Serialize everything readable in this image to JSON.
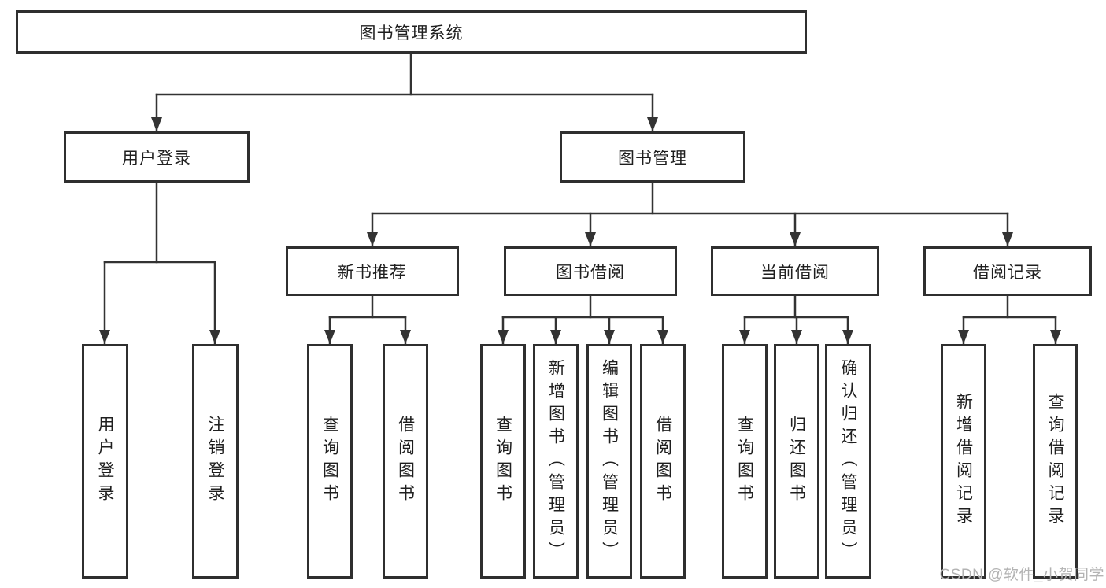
{
  "diagram_title": "图书管理系统",
  "watermark": "CSDN @软件_小贺同学",
  "colors": {
    "line": "#333333",
    "box_border": "#2f2f2f",
    "text": "#1f1f1f",
    "background": "#ffffff",
    "watermark": "#b3b3b3"
  },
  "tree": {
    "root": {
      "id": "library-management-system",
      "label": "图书管理系统"
    },
    "level2": [
      {
        "id": "user-login",
        "label": "用户登录",
        "parent": "图书管理系统"
      },
      {
        "id": "book-management",
        "label": "图书管理",
        "parent": "图书管理系统"
      }
    ],
    "level3": [
      {
        "id": "new-book-recommend",
        "label": "新书推荐",
        "parent": "图书管理"
      },
      {
        "id": "book-borrow",
        "label": "图书借阅",
        "parent": "图书管理"
      },
      {
        "id": "current-borrow",
        "label": "当前借阅",
        "parent": "图书管理"
      },
      {
        "id": "borrow-record",
        "label": "借阅记录",
        "parent": "图书管理"
      }
    ],
    "leaves": [
      {
        "id": "leaf-user-login",
        "label": "用户登录",
        "parent": "用户登录"
      },
      {
        "id": "leaf-logout",
        "label": "注销登录",
        "parent": "用户登录"
      },
      {
        "id": "leaf-query-book-recommend",
        "label": "查询图书",
        "parent": "新书推荐"
      },
      {
        "id": "leaf-borrow-book-recommend",
        "label": "借阅图书",
        "parent": "新书推荐"
      },
      {
        "id": "leaf-query-book-borrow",
        "label": "查询图书",
        "parent": "图书借阅"
      },
      {
        "id": "leaf-add-book-admin",
        "label": "新增图书（管理员）",
        "parent": "图书借阅"
      },
      {
        "id": "leaf-edit-book-admin",
        "label": "编辑图书（管理员）",
        "parent": "图书借阅"
      },
      {
        "id": "leaf-borrow-book",
        "label": "借阅图书",
        "parent": "图书借阅"
      },
      {
        "id": "leaf-query-book-current",
        "label": "查询图书",
        "parent": "当前借阅"
      },
      {
        "id": "leaf-return-book",
        "label": "归还图书",
        "parent": "当前借阅"
      },
      {
        "id": "leaf-confirm-return-admin",
        "label": "确认归还（管理员）",
        "parent": "当前借阅"
      },
      {
        "id": "leaf-add-borrow-record",
        "label": "新增借阅记录",
        "parent": "借阅记录"
      },
      {
        "id": "leaf-query-borrow-record",
        "label": "查询借阅记录",
        "parent": "借阅记录"
      }
    ]
  }
}
